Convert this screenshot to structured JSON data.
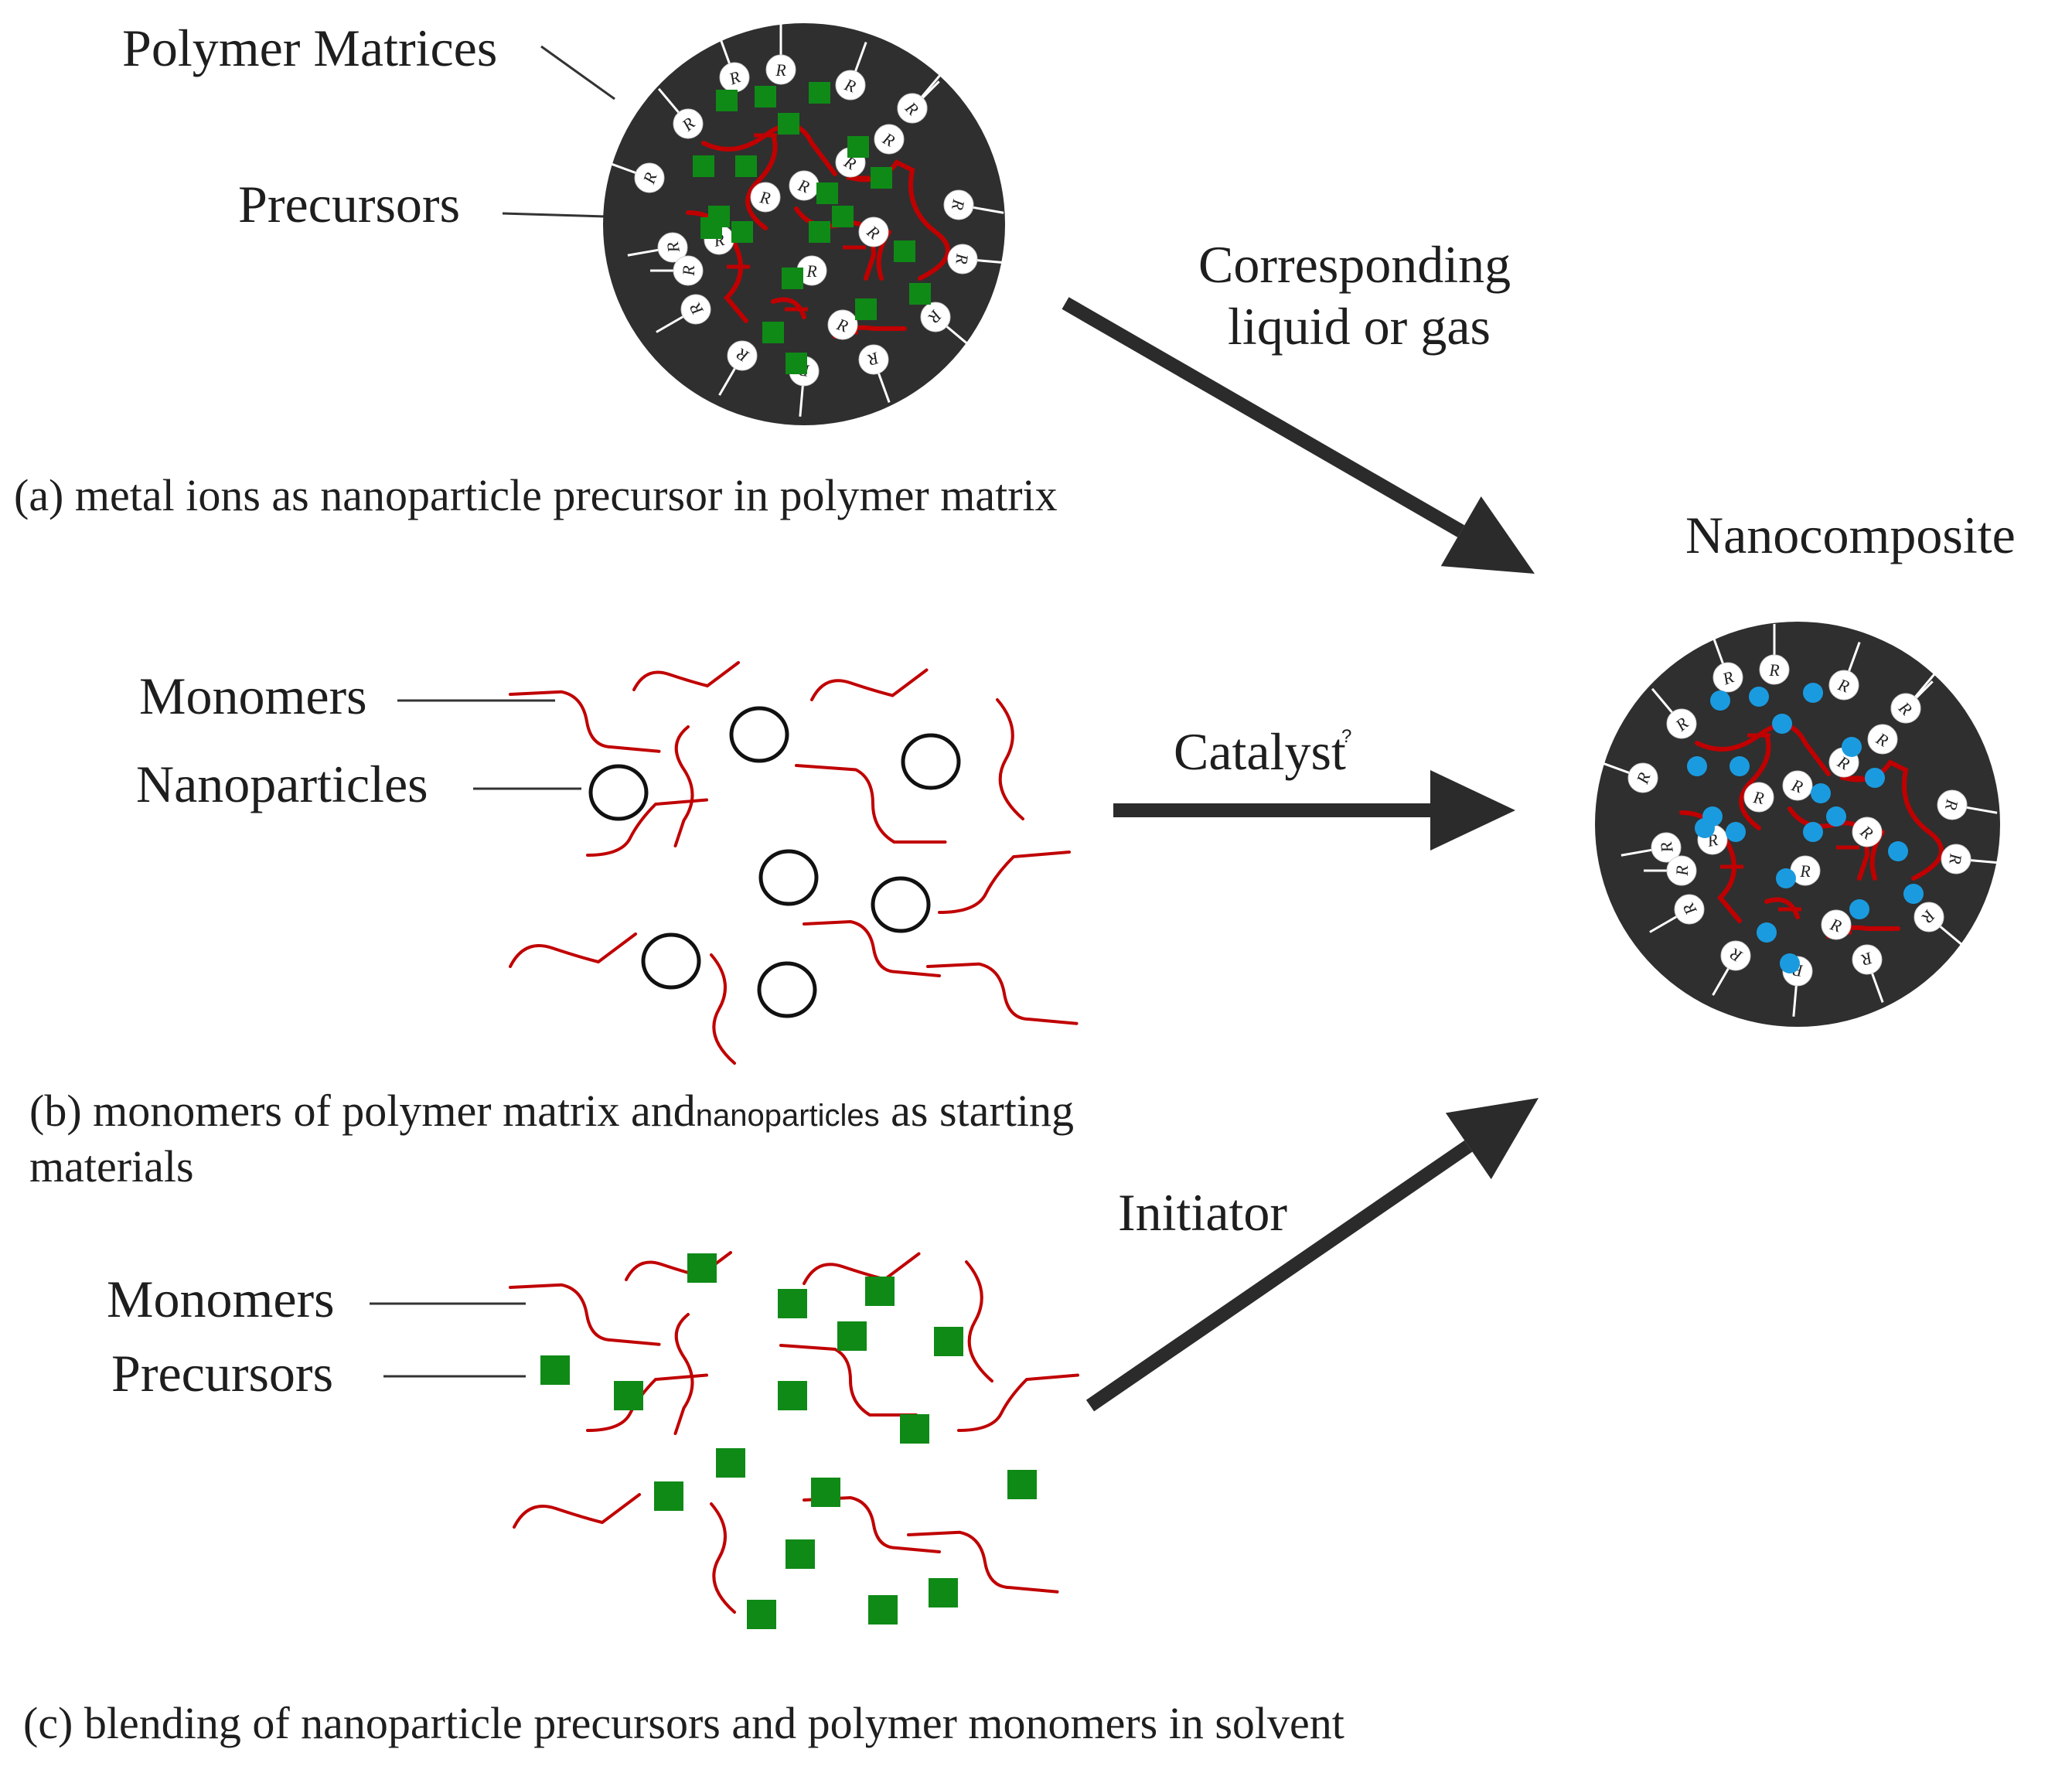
{
  "labels": {
    "polymer_matrices": "Polymer Matrices",
    "precursors_a": "Precursors",
    "caption_a": "(a) metal ions as nanoparticle precursor in polymer matrix",
    "corresponding_line1": "Corresponding",
    "corresponding_line2": "liquid or gas",
    "nanocomposite": "Nanocomposite",
    "monomers_b": "Monomers",
    "nanoparticles_b": "Nanoparticles",
    "catalyst": "Catalyst",
    "caption_b_part1": "(b) monomers of polymer matrix and",
    "caption_b_small": "nanoparticles",
    "caption_b_part2": " as starting",
    "caption_b_line2": "materials",
    "initiator": "Initiator",
    "monomers_c": "Monomers",
    "precursors_c": "Precursors",
    "caption_c": "(c) blending of nanoparticle precursors and polymer monomers in solvent"
  },
  "markers": {
    "r_group": "R"
  },
  "colors": {
    "matrix": "#2f2f2f",
    "chain": "#c00000",
    "precursor": "#0f8a17",
    "nanoparticle_fill": "#1a9be0",
    "arrow": "#2b2b2b",
    "text": "#1e1e1e",
    "leader": "#333333"
  }
}
